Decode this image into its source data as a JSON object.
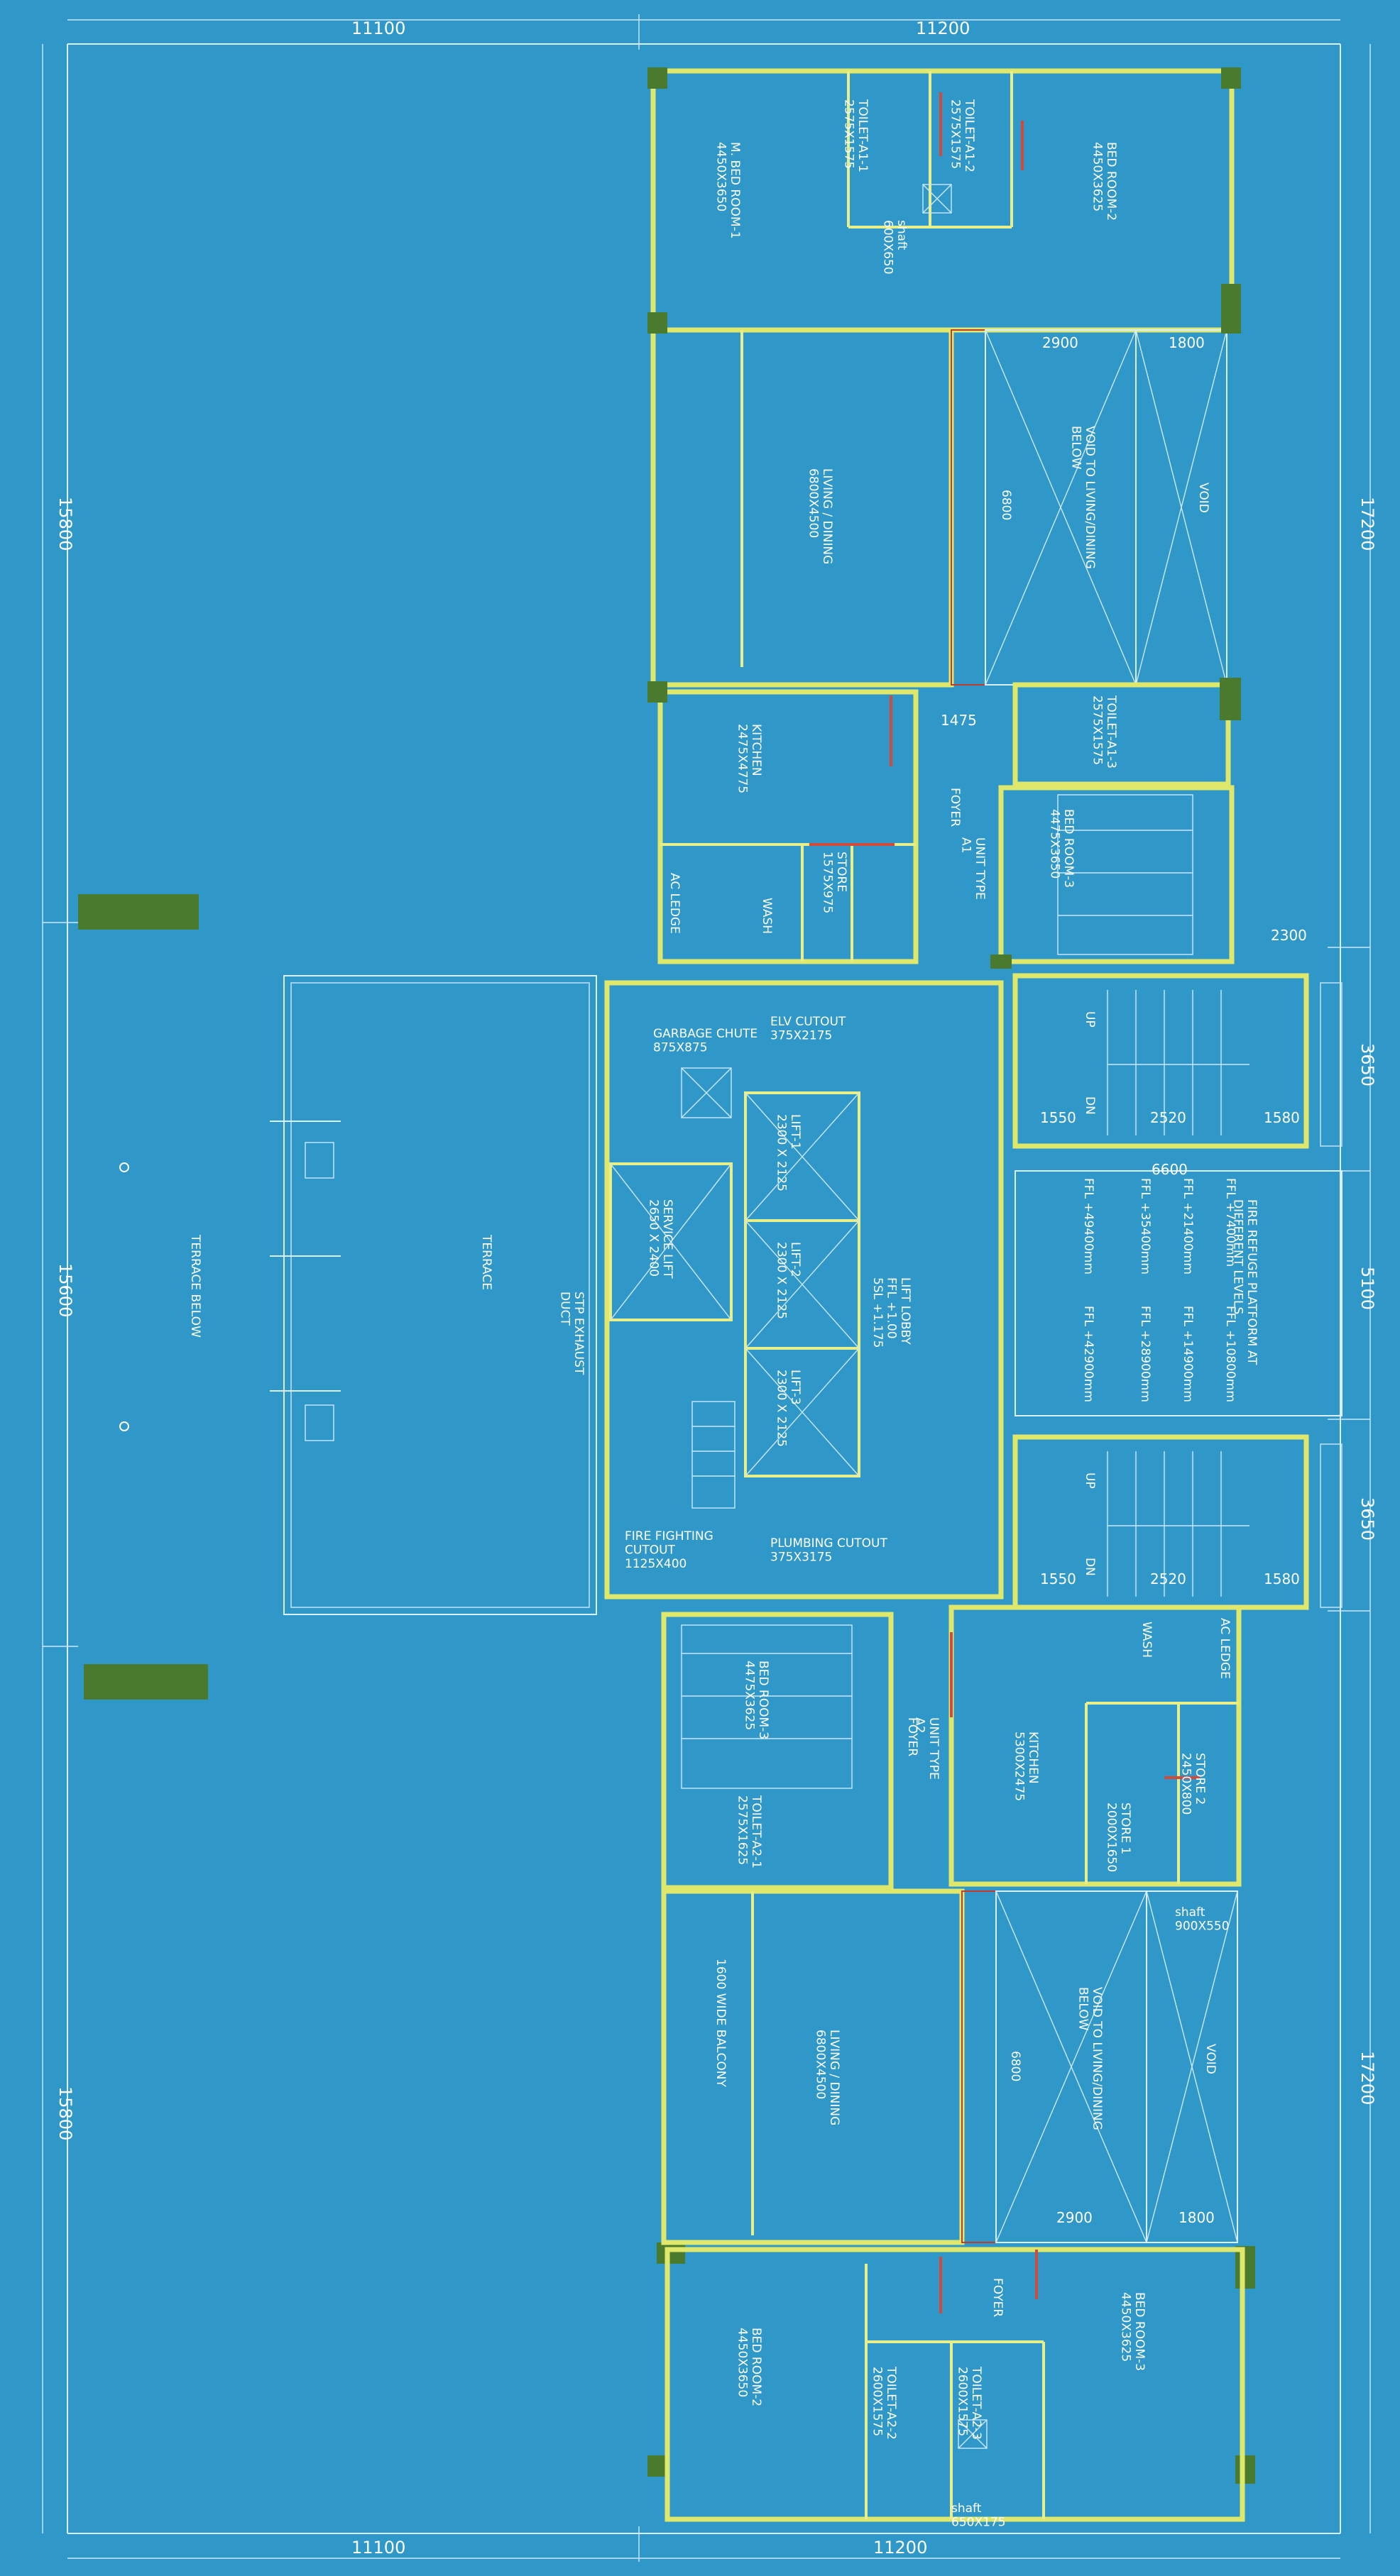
{
  "dimensions": {
    "top_left": "11100",
    "top_right": "11200",
    "bottom_left": "11100",
    "bottom_right": "11200",
    "left_top": "15800",
    "left_mid": "15600",
    "left_bottom": "15800",
    "right_top": "17200",
    "right_stair1": "3650",
    "right_mid": "5100",
    "right_stair2": "3650",
    "right_bottom": "17200",
    "right_gap": "2300",
    "refuge_width": "6600",
    "void_a": "2900",
    "void_b": "1800",
    "void_a2": "2900",
    "void_b2": "1800",
    "foyer_w": "1475",
    "stair_1550": "1550",
    "stair_2520": "2520",
    "stair_1580": "1580",
    "stair_1550b": "1550",
    "stair_2520b": "2520",
    "stair_1580b": "1580",
    "void_6800": "6800",
    "void_6800b": "6800"
  },
  "labels": {
    "m_bedroom": "M. BED ROOM-1\n4450X3650",
    "toilet_a1_1": "TOILET-A1-1\n2575X1575",
    "toilet_a1_2": "TOILET-A1-2\n2575X1575",
    "bedroom_2_top": "BED ROOM-2\n4450X3625",
    "living_top": "LIVING / DINING\n6800X4500",
    "void_top": "VOID TO LIVING/DINING\nBELOW",
    "void_top_b": "VOID",
    "kitchen_top": "KITCHEN\n2475X4775",
    "foyer_top": "FOYER",
    "unit_a1": "UNIT TYPE\nA1",
    "store_top": "STORE\n1575X975",
    "wash_top": "WASH",
    "ac_ledge_top": "AC LEDGE",
    "toilet_a1_3": "TOILET-A1-3\n2575X1575",
    "bedroom_3_top": "BED ROOM-3\n4475X3650",
    "garbage": "GARBAGE CHUTE\n875X875",
    "elv_cutout": "ELV CUTOUT\n375X2175",
    "lift1": "LIFT-1\n2300 X 2125",
    "lift2": "LIFT-2\n2300 X 2125",
    "lift3": "LIFT-3\n2300 X 2125",
    "service_lift": "SERVICE LIFT\n2650 X 2400",
    "lift_lobby": "LIFT LOBBY\nFFL +1.00\n5SL +1.175",
    "fire_cutout": "FIRE FIGHTING\nCUTOUT\n1125X400",
    "plumbing": "PLUMBING CUTOUT\n375X3175",
    "stp": "STP EXHAUST\nDUCT",
    "terrace": "TERRACE",
    "terrace_below": "TERRACE BELOW",
    "fire_refuge": "FIRE REFUGE PLATFORM AT\nDIFFERENT LEVELS",
    "ffl1": "FFL +49400mm",
    "ffl2": "FFL +35400mm",
    "ffl3": "FFL +21400mm",
    "ffl4": "FFL +7400mm",
    "ffl5": "FFL +42900mm",
    "ffl6": "FFL +28900mm",
    "ffl7": "FFL +14900mm",
    "ffl8": "FFL +10800mm",
    "up1": "UP",
    "dn1": "DN",
    "up2": "UP",
    "dn2": "DN",
    "bedroom_3_low": "BED ROOM-3\n4475X3625",
    "toilet_a2_1": "TOILET-A2-1\n2575X1625",
    "foyer_low": "FOYER",
    "unit_a2": "UNIT TYPE\nA2",
    "kitchen_low": "KITCHEN\n5300X2475",
    "wash_low": "WASH",
    "ac_ledge_low": "AC LEDGE",
    "store1": "STORE 1\n2000X1650",
    "store2": "STORE 2\n2450X800",
    "shaft_low": "shaft\n900X550",
    "balcony": "1600 WIDE BALCONY",
    "living_low": "LIVING / DINING\n6800X4500",
    "void_low": "VOID TO LIVING/DINING\nBELOW",
    "void_low_b": "VOID",
    "bedroom_2_low": "BED ROOM-2\n4450X3650",
    "toilet_a2_2": "TOILET-A2-2\n2600X1575",
    "toilet_a2_3": "TOILET-A2-3\n2600X1575",
    "foyer_low2": "FOYER",
    "bedroom_3_low2": "BED ROOM-3\n4450X3625",
    "shaft_bottom": "shaft\n650X175",
    "shaft_top": "shaft\n600X650"
  }
}
